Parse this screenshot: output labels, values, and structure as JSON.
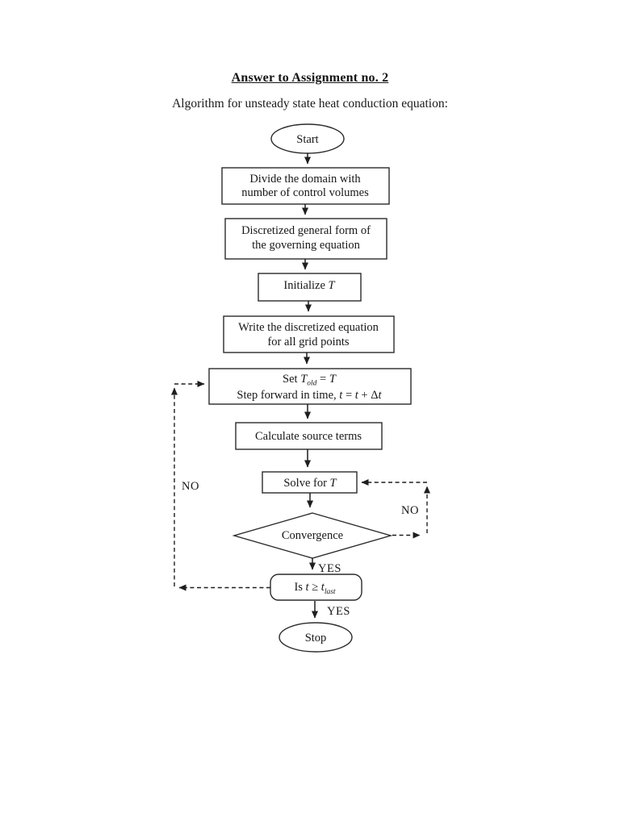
{
  "page": {
    "title": "Answer to Assignment no. 2",
    "subtitle": "Algorithm for unsteady state heat conduction equation:"
  },
  "colors": {
    "ink": "#1e1e1e",
    "page_background": "#ffffff"
  },
  "flowchart": {
    "start_label": "Start",
    "divide_box": [
      "Divide the domain with",
      "number of control volumes"
    ],
    "discretize_box": [
      "Discretized general form of",
      "the governing equation"
    ],
    "initialize_box": [
      "Initialize ",
      "T"
    ],
    "write_box": [
      "Write the discretized equation",
      "for all grid points"
    ],
    "set_box_line1": [
      "Set ",
      "T",
      "old",
      " = ",
      "T"
    ],
    "set_box_line2": [
      "Step forward in time, ",
      "t",
      " = ",
      "t",
      " + Δ",
      "t"
    ],
    "source_box": "Calculate source terms",
    "solve_box": [
      "Solve for ",
      "T"
    ],
    "convergence_diamond": "Convergence",
    "time_check_box": [
      "Is ",
      "t",
      " ≥ ",
      "t",
      "last"
    ],
    "stop_label": "Stop",
    "labels": {
      "yes_convergence": "YES",
      "yes_time": "YES",
      "no_left": "NO",
      "no_right": "NO"
    }
  }
}
